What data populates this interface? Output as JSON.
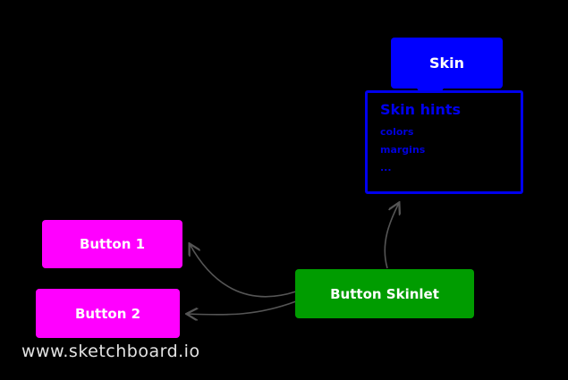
{
  "watermark": {
    "text": "www.sketchboard.io"
  },
  "nodes": {
    "skin": {
      "label": "Skin"
    },
    "skin_hints": {
      "title": "Skin hints",
      "items": [
        "colors",
        "margins",
        "..."
      ]
    },
    "button1": {
      "label": "Button 1"
    },
    "button2": {
      "label": "Button 2"
    },
    "button_skinlet": {
      "label": "Button Skinlet"
    }
  },
  "edges": [
    {
      "name": "skinlet-to-button1"
    },
    {
      "name": "skinlet-to-button2"
    },
    {
      "name": "skinlet-to-skin-hints"
    }
  ],
  "colors": {
    "background": "#000000",
    "skin_fill": "#0000ff",
    "hints_border": "#0000ee",
    "hints_text": "#0000dd",
    "button_fill": "#ff00ff",
    "skinlet_fill": "#009c00",
    "node_text": "#ffffff",
    "connector": "#555555",
    "watermark_text": "#e3e3e3"
  }
}
